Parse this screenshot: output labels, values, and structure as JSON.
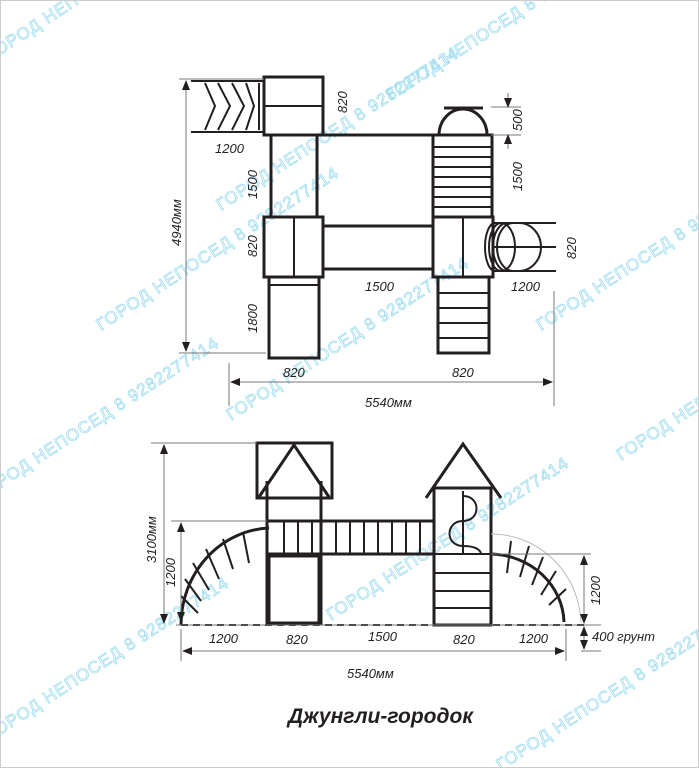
{
  "title": "Джунгли-городок",
  "watermark": "ГОРОД НЕПОСЕД 8 9282277414",
  "top_view": {
    "height_total": "4940мм",
    "width_total": "5540мм",
    "slide_len": "1200",
    "top_box": "820",
    "left_col": "1500",
    "left_mid": "820",
    "left_bottom": "1800",
    "bridge": "1500",
    "dome": "500",
    "right_col": "1500",
    "tunnel_w": "820",
    "tunnel_len": "1200",
    "bottom_left": "820",
    "bottom_right": "820"
  },
  "side_view": {
    "height_total": "3100мм",
    "deck_height": "1200",
    "right_height": "1200",
    "ground": "400 грунт",
    "seg1": "1200",
    "seg2": "820",
    "seg3": "1500",
    "seg4": "820",
    "seg5": "1200",
    "width_total": "5540мм"
  },
  "colors": {
    "line": "#231f20",
    "watermark": "#9edcef"
  }
}
